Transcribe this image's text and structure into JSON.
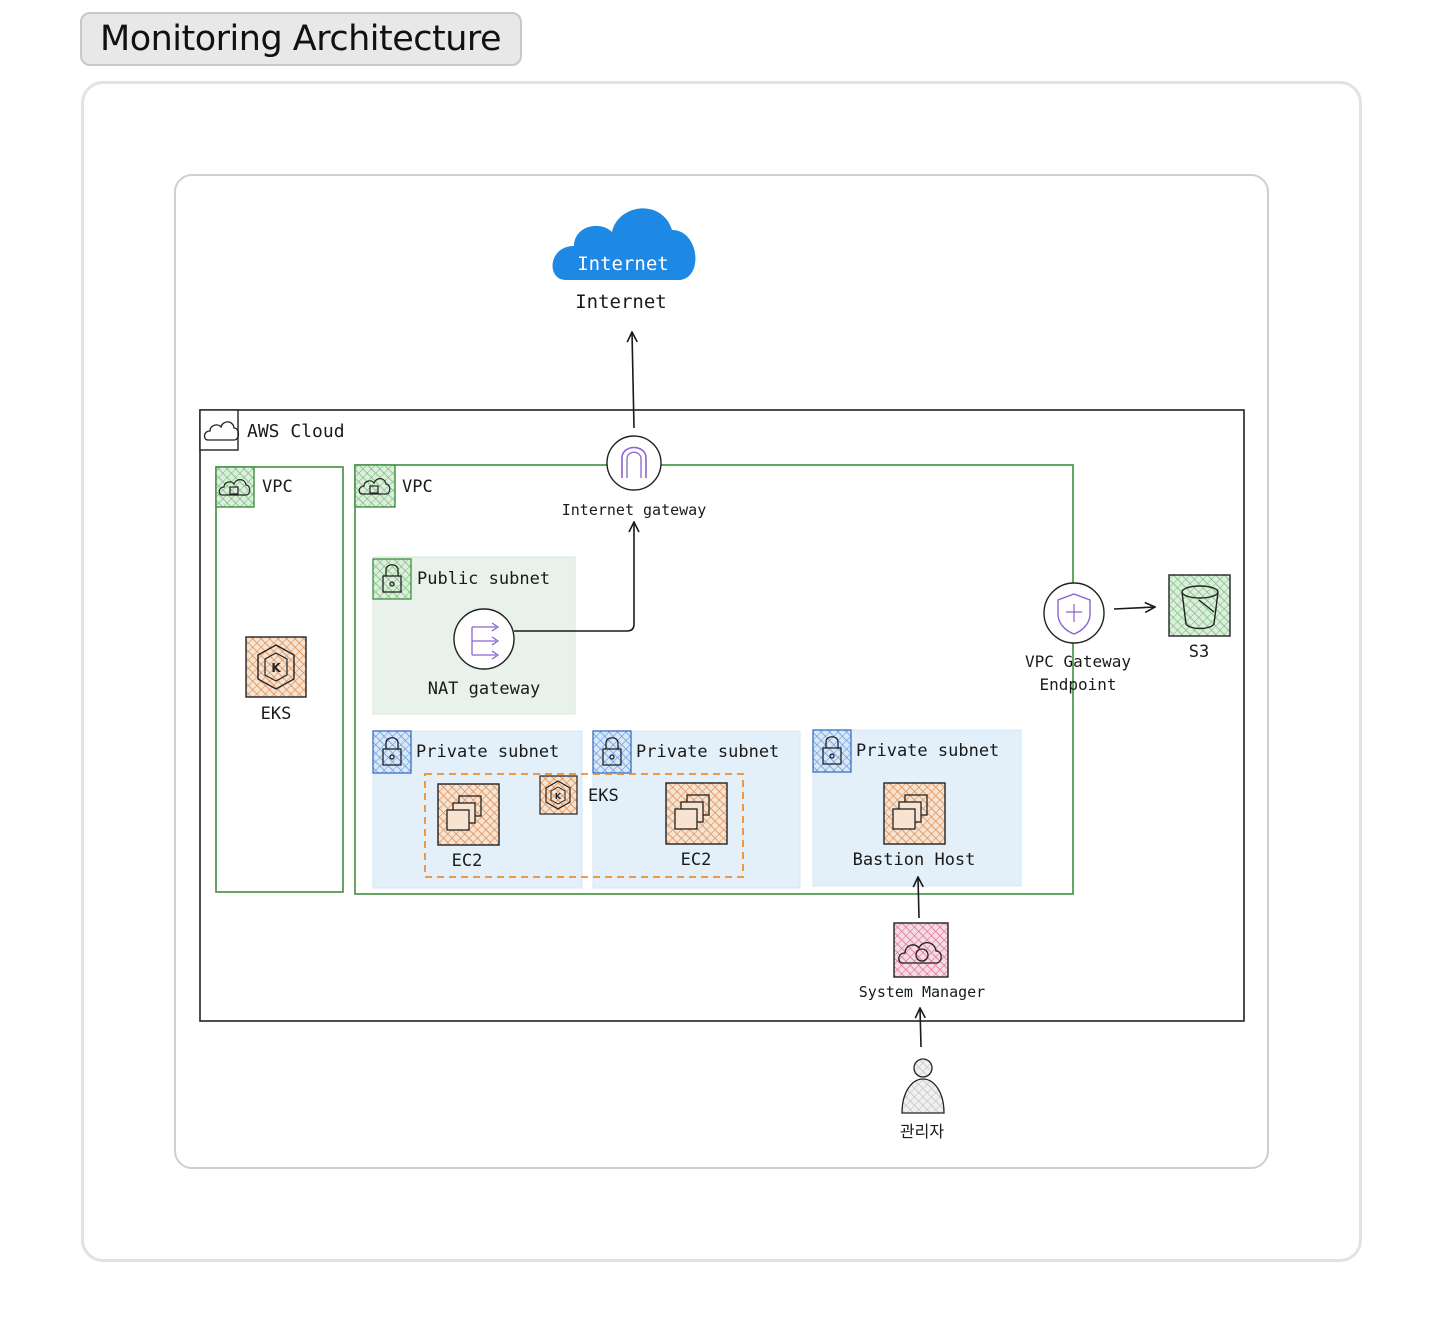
{
  "page": {
    "title": "Monitoring Architecture"
  },
  "diagram": {
    "internet": {
      "icon_text": "Internet",
      "label": "Internet"
    },
    "aws_cloud": {
      "label": "AWS Cloud"
    },
    "vpc_left": {
      "label": "VPC",
      "eks_label": "EKS"
    },
    "vpc_main": {
      "label": "VPC"
    },
    "internet_gateway": {
      "label": "Internet gateway"
    },
    "public_subnet": {
      "label": "Public subnet",
      "nat_label": "NAT gateway"
    },
    "private_subnets": [
      {
        "label": "Private subnet",
        "ec2_label": "EC2"
      },
      {
        "label": "Private subnet",
        "ec2_label": "EC2"
      },
      {
        "label": "Private subnet",
        "host_label": "Bastion Host"
      }
    ],
    "eks_cluster": {
      "label": "EKS"
    },
    "vpc_endpoint": {
      "label_line1": "VPC Gateway",
      "label_line2": "Endpoint"
    },
    "s3": {
      "label": "S3"
    },
    "system_manager": {
      "label": "System Manager"
    },
    "admin": {
      "label": "관리자"
    }
  },
  "colors": {
    "vpc_green": "#3f8f3f",
    "public_subnet_fill": "#e8f2ea",
    "private_subnet_fill": "#e3f0fa",
    "compute_orange": "#e07b2a",
    "eks_dash": "#f08c2a",
    "internet_blue": "#1e88e5",
    "endpoint_purple": "#8a63d2",
    "sysmgr_pink": "#d63b6f",
    "s3_green": "#3c9b4a"
  }
}
